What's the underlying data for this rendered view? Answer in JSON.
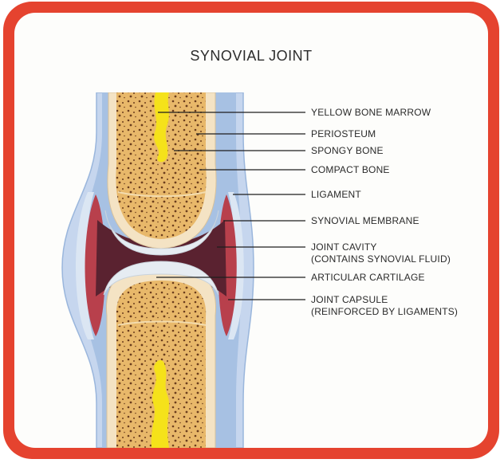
{
  "title": "SYNOVIAL JOINT",
  "labels": {
    "yellow_bone_marrow": "YELLOW BONE MARROW",
    "periosteum": "PERIOSTEUM",
    "spongy_bone": "SPONGY BONE",
    "compact_bone": "COMPACT BONE",
    "ligament": "LIGAMENT",
    "synovial_membrane": "SYNOVIAL MEMBRANE",
    "joint_cavity_line1": "JOINT CAVITY",
    "joint_cavity_line2": "(CONTAINS SYNOVIAL FLUID)",
    "articular_cartilage": "ARTICULAR CARTILAGE",
    "joint_capsule_line1": "JOINT CAPSULE",
    "joint_capsule_line2": "(REINFORCED BY LIGAMENTS)"
  },
  "colors": {
    "frame": "#e5432f",
    "background": "#fdfdfb",
    "capsule": "#c6d6ee",
    "periosteum": "#8fb0d8",
    "membrane": "#b8404c",
    "cavity": "#5a2230",
    "compact_bone": "#f4e3c4",
    "spongy_bone": "#e8b86a",
    "marrow": "#f5e21a",
    "cartilage": "#e6ecf2"
  }
}
